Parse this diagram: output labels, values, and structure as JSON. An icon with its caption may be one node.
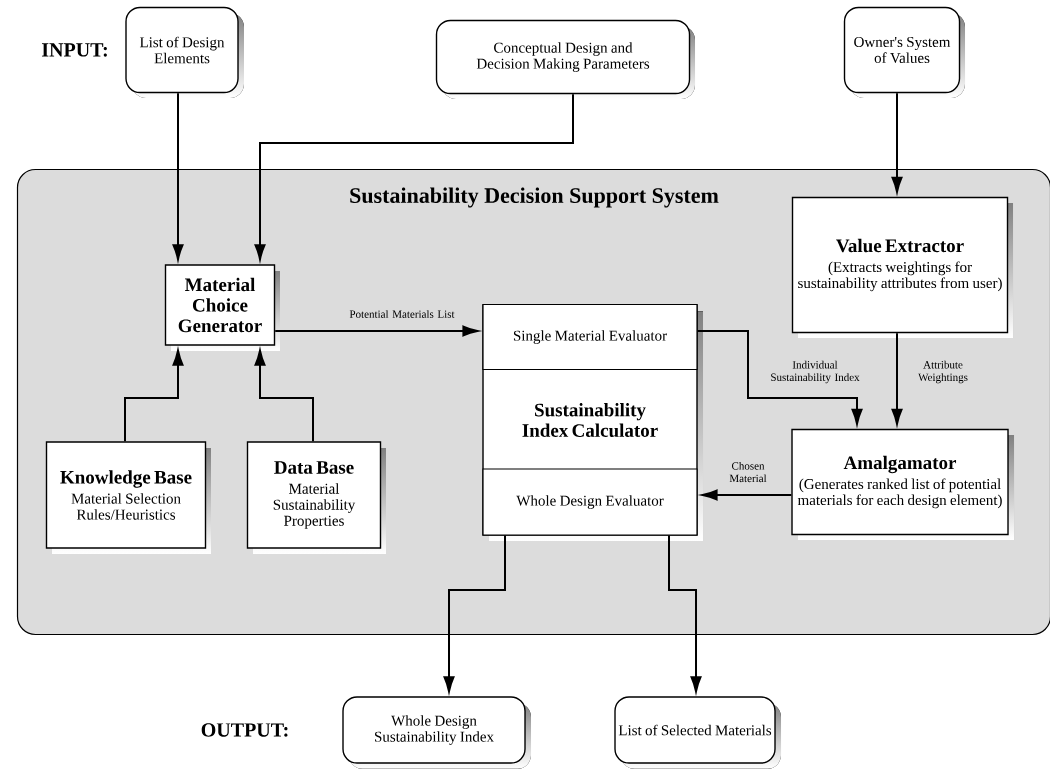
{
  "diagram": {
    "nodes": [
      {
        "text": [
          "List of Design Elements"
        ]
      },
      {
        "text": [
          "Conceptual Design and Decision Making Parameters"
        ]
      },
      {
        "text": [
          "Owner's System of Values"
        ]
      },
      {
        "text": [
          "Sustainability Decision Support System"
        ]
      },
      {
        "text": [
          "Value Extractor",
          "(Extracts weightings for sustainability attributes from user)"
        ],
        "in": 3
      },
      {
        "text": [
          "Material Choice Generator"
        ],
        "in": 3
      },
      {
        "text": [
          "Sustainability Index Calculator"
        ],
        "in": 3
      },
      {
        "text": [
          "Single Material Evaluator"
        ],
        "in": 6
      },
      {
        "text": [
          "Whole Design Evaluator"
        ],
        "in": 6
      },
      {
        "text": [
          "Amalgamator",
          "(Generates ranked list of potential materials for each design element)"
        ],
        "in": 3
      },
      {
        "text": [
          "Knowledge Base",
          "Material Selection Rules/Heuristics"
        ],
        "in": 3
      },
      {
        "text": [
          "Data Base",
          "Material Sustainability Properties"
        ],
        "in": 3
      },
      {
        "text": [
          "Whole Design Sustainability Index"
        ]
      },
      {
        "text": [
          "List of Selected Materials"
        ]
      }
    ],
    "edges": [
      {
        "from": 0,
        "to": 5,
        "arrow": "to"
      },
      {
        "from": 1,
        "to": 5,
        "arrow": "to"
      },
      {
        "from": 2,
        "to": 4,
        "arrow": "to"
      },
      {
        "from": 10,
        "to": 5,
        "arrow": "to"
      },
      {
        "from": 11,
        "to": 5,
        "arrow": "to"
      },
      {
        "from": 5,
        "to": 7,
        "arrow": "to",
        "label": "Potential Materials List"
      },
      {
        "from": 7,
        "to": 9,
        "arrow": "to",
        "label": "Individual Sustainability Index"
      },
      {
        "from": 4,
        "to": 9,
        "arrow": "to",
        "label": "Attribute Weightings"
      },
      {
        "from": 9,
        "to": 8,
        "arrow": "to",
        "label": "Chosen Material"
      },
      {
        "from": 8,
        "to": 12,
        "arrow": "to"
      },
      {
        "from": 8,
        "to": 13,
        "arrow": "to"
      }
    ],
    "labels": [
      "INPUT:",
      "OUTPUT:"
    ]
  }
}
